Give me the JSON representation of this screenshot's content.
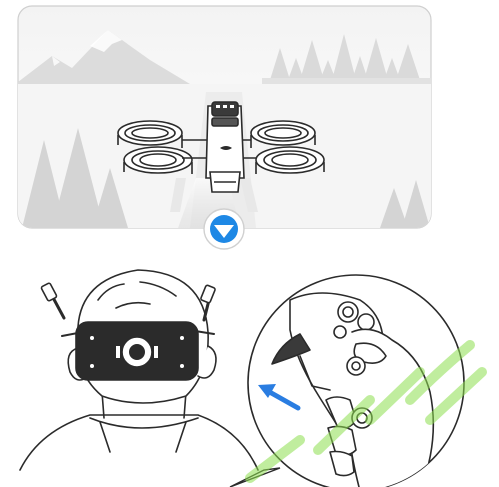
{
  "diagram": {
    "panels": [
      {
        "id": "top",
        "depicts": "drone-flying-backward-in-landscape"
      },
      {
        "id": "bottom-left",
        "depicts": "pilot-wearing-goggles-rear-view"
      },
      {
        "id": "bottom-right",
        "depicts": "hand-holding-motion-controller-detail"
      }
    ],
    "direction_indicator": {
      "icon": "arrow-down-circle-icon",
      "meaning": "down"
    },
    "action_arrow": {
      "icon": "arrow-up-left-icon"
    },
    "colors": {
      "accent_blue": "#1e88e5",
      "arrow_blue": "#2a7de1",
      "line": "#2b2b2b",
      "landscape_gray": "#d9d9d9",
      "watermark_green": "#8ee04f"
    }
  }
}
